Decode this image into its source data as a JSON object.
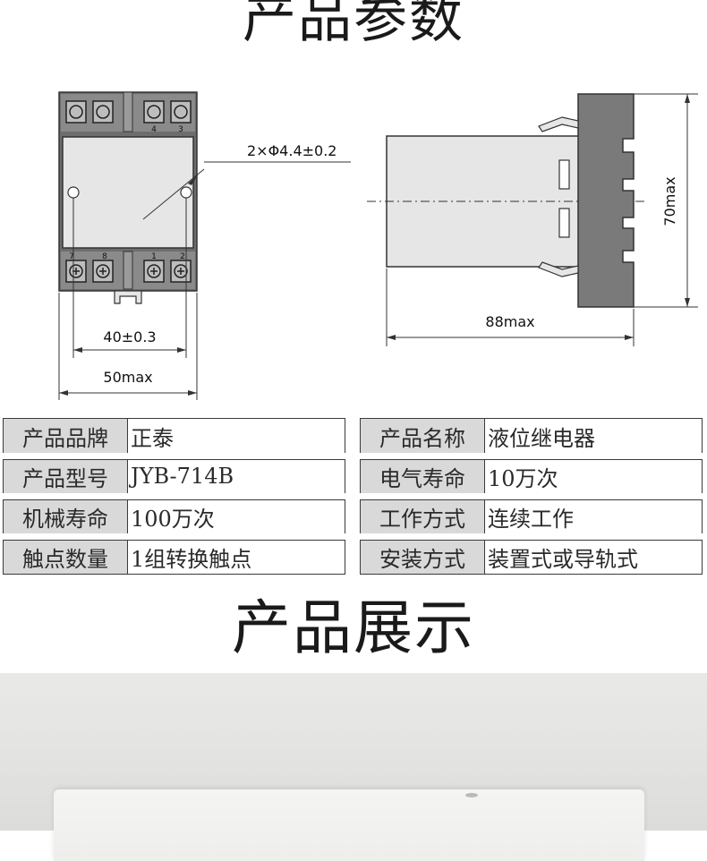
{
  "headings": {
    "params": "产品参数",
    "show": "产品展示"
  },
  "drawing": {
    "front_view": {
      "terminal_labels_top": [
        "4",
        "3"
      ],
      "terminal_labels_bottom": [
        "7",
        "8",
        "1",
        "2"
      ],
      "hole_note": "2×Φ4.4±0.2",
      "dim_inner": "40±0.3",
      "dim_outer": "50max"
    },
    "side_view": {
      "dim_length": "88max",
      "dim_height": "70max"
    }
  },
  "specs": {
    "left": [
      {
        "key": "产品品牌",
        "value": "正泰"
      },
      {
        "key": "产品型号",
        "value": "JYB-714B"
      },
      {
        "key": "机械寿命",
        "value": "100万次"
      },
      {
        "key": "触点数量",
        "value": "1组转换触点"
      }
    ],
    "right": [
      {
        "key": "产品名称",
        "value": "液位继电器"
      },
      {
        "key": "电气寿命",
        "value": "10万次"
      },
      {
        "key": "工作方式",
        "value": "连续工作"
      },
      {
        "key": "安装方式",
        "value": "装置式或导轨式"
      }
    ]
  }
}
